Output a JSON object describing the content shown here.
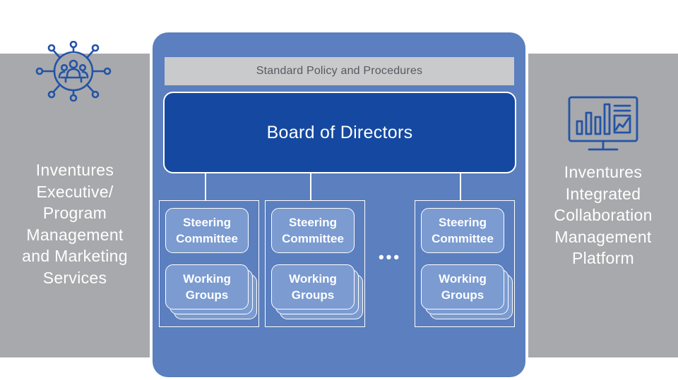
{
  "left_panel": {
    "icon": "team-network-icon",
    "label": "Inventures\nExecutive/\nProgram\nManagement\nand Marketing\nServices"
  },
  "right_panel": {
    "icon": "monitor-dashboard-icon",
    "label": "Inventures\nIntegrated\nCollaboration\nManagement\nPlatform"
  },
  "center": {
    "policy_bar": "Standard Policy and Procedures",
    "board": "Board of Directors",
    "columns": [
      {
        "steering": "Steering\nCommittee",
        "working": "Working\nGroups"
      },
      {
        "steering": "Steering\nCommittee",
        "working": "Working\nGroups"
      },
      {
        "steering": "Steering\nCommittee",
        "working": "Working\nGroups"
      }
    ],
    "ellipsis": "•••"
  },
  "colors": {
    "side_panel": "#a7a9ac",
    "main_panel": "#5b7fbf",
    "board": "#1549a1",
    "box": "#7b9bd1",
    "icon": "#2453a6"
  }
}
